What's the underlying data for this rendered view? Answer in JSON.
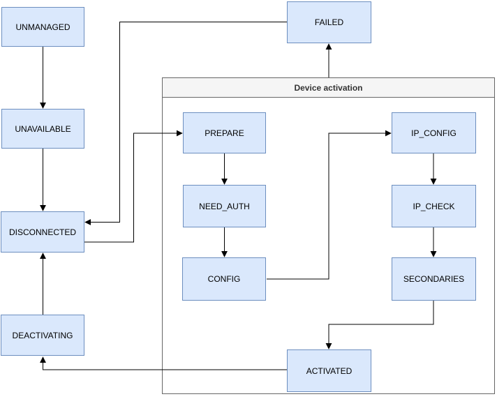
{
  "container": {
    "label": "Device activation"
  },
  "states": {
    "unmanaged": "UNMANAGED",
    "unavailable": "UNAVAILABLE",
    "disconnected": "DISCONNECTED",
    "deactivating": "DEACTIVATING",
    "failed": "FAILED",
    "prepare": "PREPARE",
    "need_auth": "NEED_AUTH",
    "config": "CONFIG",
    "ip_config": "IP_CONFIG",
    "ip_check": "IP_CHECK",
    "secondaries": "SECONDARIES",
    "activated": "ACTIVATED"
  },
  "transitions": [
    {
      "from": "UNMANAGED",
      "to": "UNAVAILABLE"
    },
    {
      "from": "UNAVAILABLE",
      "to": "DISCONNECTED"
    },
    {
      "from": "FAILED",
      "to": "DISCONNECTED"
    },
    {
      "from": "DEACTIVATING",
      "to": "DISCONNECTED"
    },
    {
      "from": "DISCONNECTED",
      "to": "PREPARE"
    },
    {
      "from": "PREPARE",
      "to": "NEED_AUTH"
    },
    {
      "from": "NEED_AUTH",
      "to": "CONFIG"
    },
    {
      "from": "CONFIG",
      "to": "IP_CONFIG"
    },
    {
      "from": "IP_CONFIG",
      "to": "IP_CHECK"
    },
    {
      "from": "IP_CHECK",
      "to": "SECONDARIES"
    },
    {
      "from": "SECONDARIES",
      "to": "ACTIVATED"
    },
    {
      "from": "ACTIVATED",
      "to": "DEACTIVATING"
    },
    {
      "from": "Device activation",
      "to": "FAILED"
    }
  ],
  "colors": {
    "state_fill": "#dae8fc",
    "state_border": "#6c8ebf",
    "container_border": "#666666",
    "container_header_fill": "#f5f5f5",
    "connector": "#000000"
  }
}
